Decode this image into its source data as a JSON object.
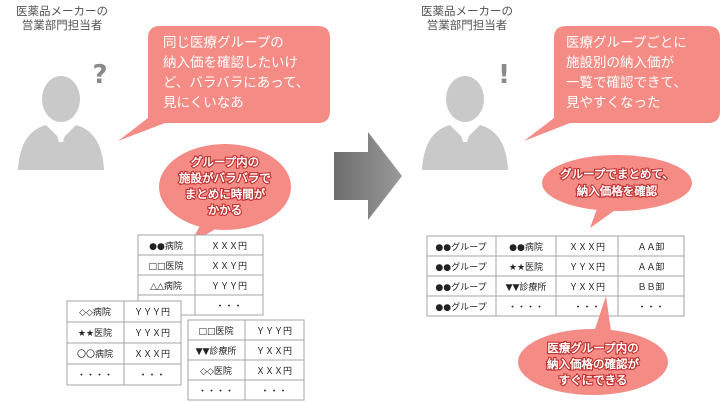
{
  "left_panel": {
    "role_lines": [
      "医薬品メーカーの",
      "営業部門担当者"
    ],
    "mark": "?",
    "speech_lines": [
      "同じ医療グループの",
      "納入価を確認したいけ",
      "ど、バラバラにあって、",
      "見にくいなあ"
    ],
    "callout_lines": [
      "グループ内の",
      "施設がバラバラで",
      "まとめに時間が",
      "かかる"
    ],
    "table1": [
      [
        "●●病院",
        "ＸＸＸ円"
      ],
      [
        "□□医院",
        "ＸＸＹ円"
      ],
      [
        "△△病院",
        "ＹＹＹ円"
      ],
      [
        "・・・・",
        "・・・"
      ]
    ],
    "table2": [
      [
        "◇◇病院",
        "ＹＹＹ円"
      ],
      [
        "★★医院",
        "ＹＹＸ円"
      ],
      [
        "〇〇病院",
        "ＸＸＸ円"
      ],
      [
        "・・・・",
        "・・・"
      ]
    ],
    "table3": [
      [
        "□□医院",
        "ＹＹＹ円"
      ],
      [
        "▼▼診療所",
        "ＹＸＸ円"
      ],
      [
        "◇◇医院",
        "ＸＸＸ円"
      ],
      [
        "・・・・",
        "・・・"
      ]
    ]
  },
  "right_panel": {
    "role_lines": [
      "医薬品メーカーの",
      "営業部門担当者"
    ],
    "mark": "!",
    "speech_lines": [
      "医療グループごとに",
      "施設別の納入価が",
      "一覧で確認できて、",
      "見やすくなった"
    ],
    "callout_top_lines": [
      "グループでまとめて、",
      "納入価格を確認"
    ],
    "callout_bottom_lines": [
      "医療グループ内の",
      "納入価格の確認が",
      "すぐにできる"
    ],
    "table": [
      [
        "●●グループ",
        "●●病院",
        "ＸＸＸ円",
        "ＡＡ卸"
      ],
      [
        "●●グループ",
        "★★医院",
        "ＹＹＸ円",
        "ＡＡ卸"
      ],
      [
        "●●グループ",
        "▼▼診療所",
        "ＹＸＸ円",
        "ＢＢ卸"
      ],
      [
        "●●グループ",
        "・・・・",
        "・・・",
        "・・・"
      ]
    ]
  },
  "colors": {
    "bubble": "#f58b85",
    "person": "#c9c9c9",
    "arrow": "#7f7f7f",
    "grid": "#a6a6a6"
  }
}
